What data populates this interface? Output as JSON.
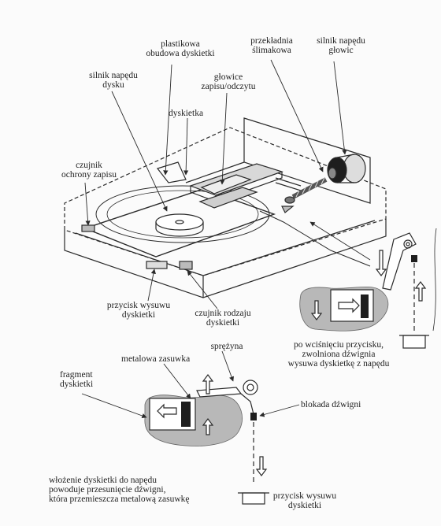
{
  "labels": {
    "plastic_housing": "plastikowa\nobudowa dyskietki",
    "worm_gear": "przekładnia\nślimakowa",
    "head_motor": "silnik napędu\ngłowic",
    "disk_motor": "silnik napędu\ndysku",
    "heads": "głowice\nzapisu/odczytu",
    "diskette": "dyskietka",
    "write_protect_sensor": "czujnik\nochrony zapisu",
    "eject_button_top": "przycisk wysuwu\ndyskietki",
    "type_sensor": "czujnik rodzaju\ndyskietki",
    "eject_description": "po wciśnięciu przycisku,\nzwolniona dźwignia\nwysuwa dyskietkę z napędu",
    "spring": "sprężyna",
    "metal_shutter": "metalowa zasuwka",
    "diskette_fragment": "fragment\ndyskietki",
    "lever_lock": "blokada dźwigni",
    "insert_description": "włożenie dyskietki do napędu\npowoduje przesunięcie dźwigni,\nktóra przemieszcza metalową zasuwkę",
    "eject_button_bottom": "przycisk wysuwu\ndyskietki"
  },
  "colors": {
    "ink": "#2a2a2a",
    "shade": "#9a9a9a",
    "paper": "#fbfbfb",
    "dark": "#1e1e1e"
  }
}
